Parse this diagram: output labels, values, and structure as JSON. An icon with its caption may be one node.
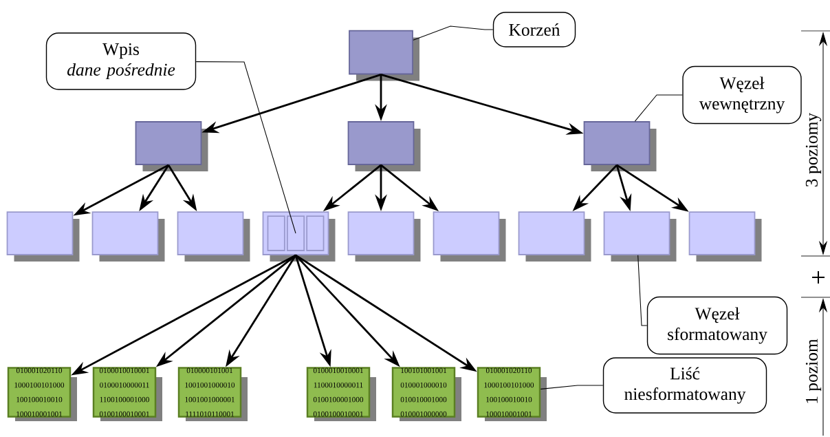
{
  "diagram": {
    "nodes": [
      {
        "text": [
          "Korzeń"
        ]
      },
      {
        "text": [],
        "shape": "box"
      },
      {
        "text": [
          "Wpis",
          "dane pośrednie"
        ]
      },
      {
        "text": [
          "Węzeł wewnętrzny"
        ]
      },
      {
        "text": [],
        "shape": "box"
      },
      {
        "text": [],
        "shape": "box"
      },
      {
        "text": [],
        "shape": "box"
      },
      {
        "text": [],
        "shape": "box"
      },
      {
        "text": [],
        "shape": "box"
      },
      {
        "text": [],
        "shape": "box"
      },
      {
        "text": [],
        "shape": "box"
      },
      {
        "text": [],
        "shape": "box"
      },
      {
        "text": [],
        "shape": "box"
      },
      {
        "text": [],
        "shape": "box"
      },
      {
        "text": [],
        "shape": "box"
      },
      {
        "text": [],
        "shape": "box"
      },
      {
        "text": [],
        "shape": "box",
        "in": 10
      },
      {
        "text": [],
        "shape": "box",
        "in": 10
      },
      {
        "text": [],
        "shape": "box",
        "in": 10
      },
      {
        "text": [
          "Węzeł sformatowany"
        ]
      },
      {
        "text": [
          "010001020110 1000100101000 100100010010 100010001001"
        ]
      },
      {
        "text": [
          "0100010010001 0100010000011 1100100001000 0100100010001"
        ]
      },
      {
        "text": [
          "010000101001 1001001000010 1001001000001 1111010110001"
        ]
      },
      {
        "text": [
          "0100010010001 1100010000011 0100100001000 0100100010001"
        ]
      },
      {
        "text": [
          "100101001001 010001000010 010010001000 010001000000"
        ]
      },
      {
        "text": [
          "010001020110 1000100101000 100100010010 100010001001"
        ]
      },
      {
        "text": [
          "Liść niesformatowany"
        ]
      }
    ],
    "edges": [
      {
        "from": 1,
        "to": 4,
        "arrow": "to"
      },
      {
        "from": 1,
        "to": 5,
        "arrow": "to"
      },
      {
        "from": 1,
        "to": 6,
        "arrow": "to"
      },
      {
        "from": 4,
        "to": 7,
        "arrow": "to"
      },
      {
        "from": 4,
        "to": 8,
        "arrow": "to"
      },
      {
        "from": 4,
        "to": 9,
        "arrow": "to"
      },
      {
        "from": 5,
        "to": 10,
        "arrow": "to"
      },
      {
        "from": 5,
        "to": 11,
        "arrow": "to"
      },
      {
        "from": 5,
        "to": 12,
        "arrow": "to"
      },
      {
        "from": 6,
        "to": 13,
        "arrow": "to"
      },
      {
        "from": 6,
        "to": 14,
        "arrow": "to"
      },
      {
        "from": 6,
        "to": 15,
        "arrow": "to"
      },
      {
        "from": 10,
        "to": 20,
        "arrow": "to"
      },
      {
        "from": 10,
        "to": 21,
        "arrow": "to"
      },
      {
        "from": 10,
        "to": 22,
        "arrow": "to"
      },
      {
        "from": 10,
        "to": 23,
        "arrow": "to"
      },
      {
        "from": 10,
        "to": 24,
        "arrow": "to"
      },
      {
        "from": 10,
        "to": 25,
        "arrow": "to"
      },
      {
        "from": 0,
        "to": 1,
        "arrow": "none"
      },
      {
        "from": 2,
        "to": 17,
        "arrow": "none"
      },
      {
        "from": 3,
        "to": 6,
        "arrow": "none"
      },
      {
        "from": 19,
        "to": 14,
        "arrow": "none"
      },
      {
        "from": 26,
        "to": 25,
        "arrow": "none"
      }
    ],
    "labels": [
      "3 poziomy",
      "+",
      "1 poziom"
    ]
  }
}
